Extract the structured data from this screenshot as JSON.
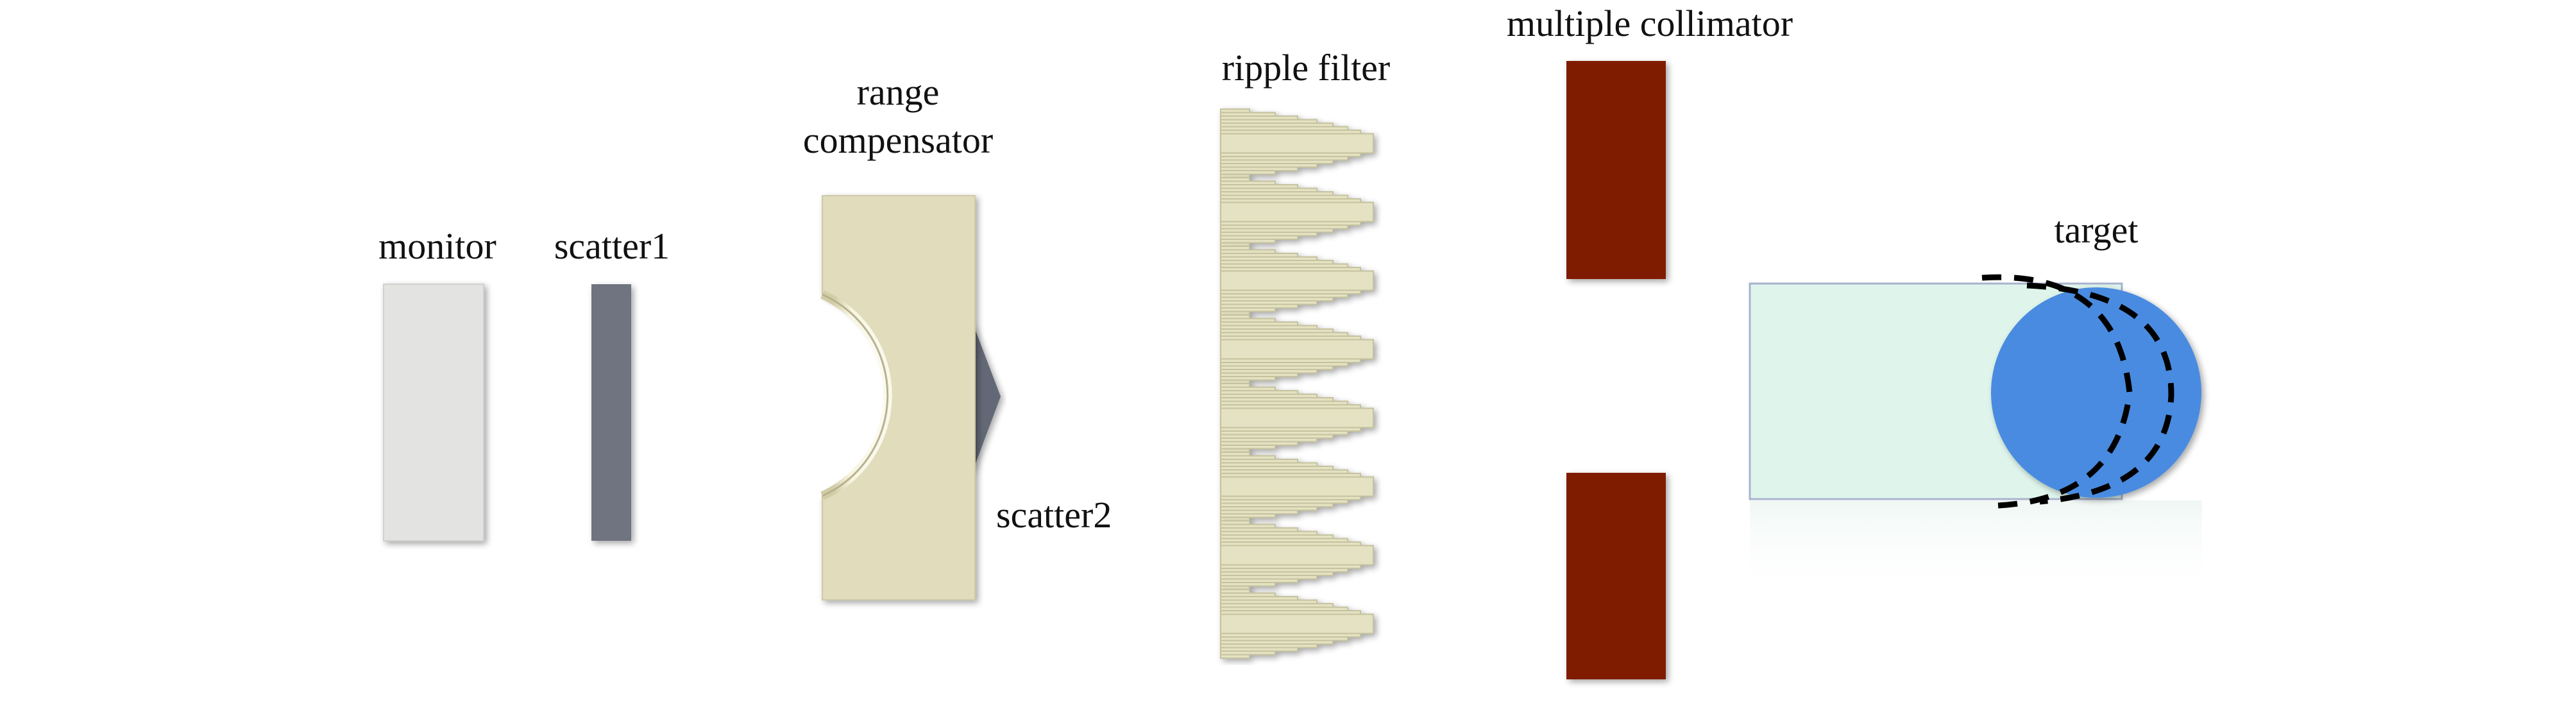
{
  "labels": {
    "monitor": "monitor",
    "scatter1": "scatter1",
    "range_line1": "range",
    "range_line2": "compensator",
    "scatter2": "scatter2",
    "ripple_filter": "ripple filter",
    "multiple_collimator": "multiple collimator",
    "target": "target"
  },
  "colors": {
    "monitor": "#e3e4e1",
    "scatter1": "#6f7380",
    "range_compensator": "#e0dcbc",
    "scatter2": "#646876",
    "ripple_filter": "#e4e2c2",
    "collimator": "#7f1a06",
    "target_box": "#dff5ec",
    "target_circle": "#4a8be0"
  }
}
